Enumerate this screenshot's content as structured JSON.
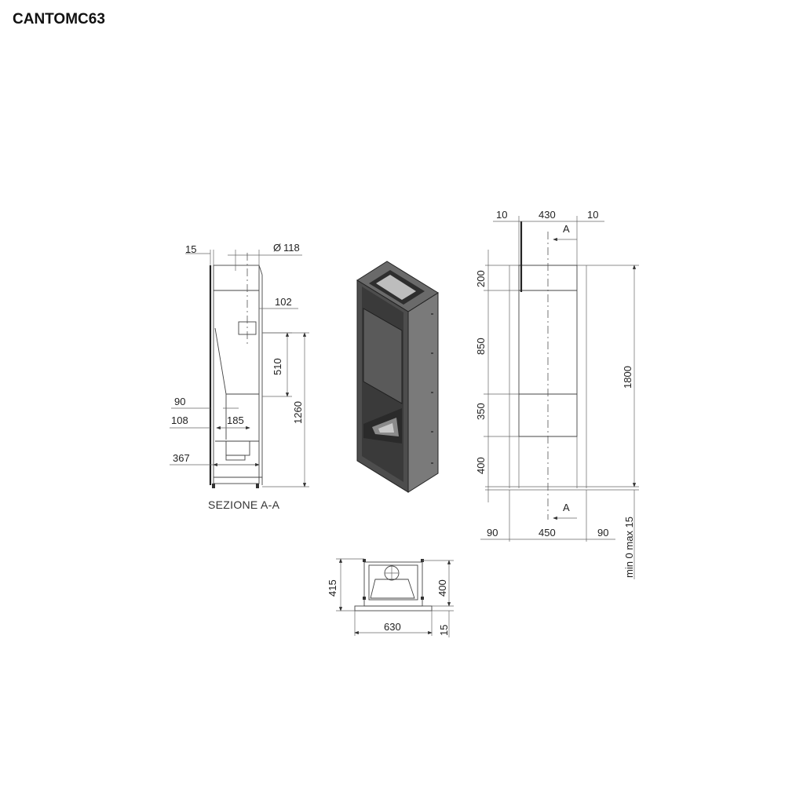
{
  "title": "CANTOMC63",
  "section_view": {
    "caption": "SEZIONE A-A",
    "dims": {
      "d15": "15",
      "flue_diameter": "118",
      "d102": "102",
      "d510": "510",
      "d1260": "1260",
      "d90": "90",
      "d108": "108",
      "d185": "185",
      "d367": "367"
    }
  },
  "front_view": {
    "section_marker": "A",
    "dims": {
      "top_left_10": "10",
      "top_430": "430",
      "top_right_10": "10",
      "h200": "200",
      "h850": "850",
      "h350": "350",
      "h400": "400",
      "h1800": "1800",
      "bottom_left_90": "90",
      "bottom_450": "450",
      "bottom_right_90": "90",
      "floor_gap": "min 0  max 15"
    }
  },
  "top_view": {
    "dims": {
      "d415": "415",
      "d400": "400",
      "d630": "630",
      "d15": "15"
    }
  }
}
